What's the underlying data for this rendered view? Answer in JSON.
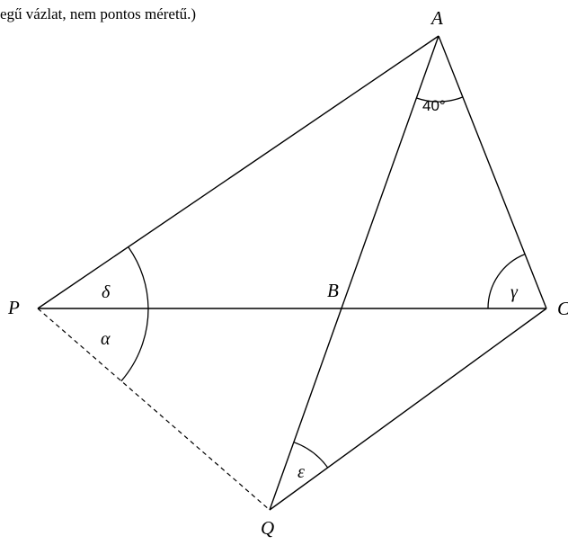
{
  "caption": "egű vázlat, nem pontos méretű.)",
  "points": {
    "A": "A",
    "B": "B",
    "C": "C",
    "P": "P",
    "Q": "Q"
  },
  "angles": {
    "A": "40°",
    "delta": "δ",
    "alpha": "α",
    "gamma": "γ",
    "epsilon": "ε"
  },
  "colors": {
    "line": "#000000",
    "background": "#ffffff"
  }
}
